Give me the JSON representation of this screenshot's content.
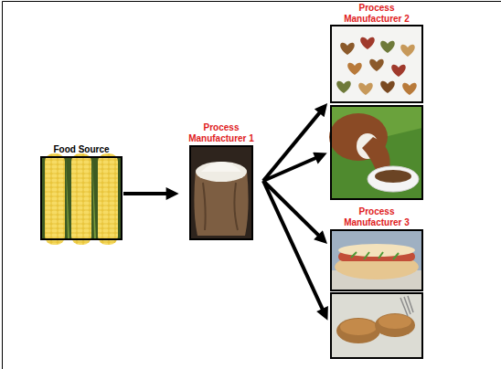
{
  "diagram": {
    "nodes": [
      {
        "text": [
          "Food Source"
        ]
      },
      {
        "text": [
          "Process Manufacturer 1"
        ]
      },
      {
        "text": [
          "Process Manufacturer 2"
        ]
      },
      {
        "text": [
          "Process Manufacturer 3"
        ]
      }
    ],
    "edges": [
      {
        "from": 0,
        "to": 1,
        "arrow": "to"
      },
      {
        "from": 1,
        "to": 2,
        "arrow": "to"
      },
      {
        "from": 1,
        "to": 2,
        "arrow": "to"
      },
      {
        "from": 1,
        "to": 3,
        "arrow": "to"
      },
      {
        "from": 1,
        "to": 3,
        "arrow": "to"
      }
    ]
  }
}
